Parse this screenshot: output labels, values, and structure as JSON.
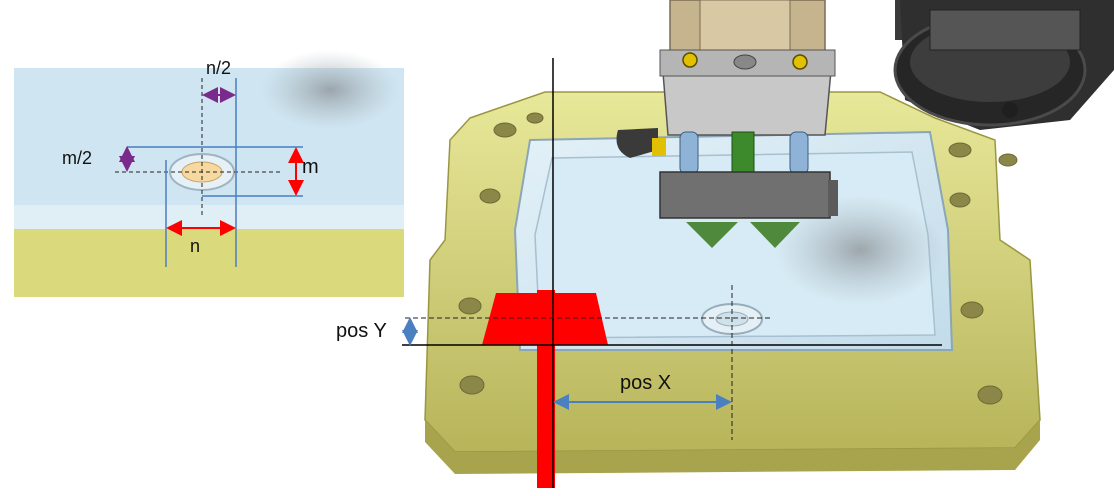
{
  "inset": {
    "labels": {
      "n_half": "n/2",
      "m_half": "m/2",
      "m": "m",
      "n": "n"
    }
  },
  "main": {
    "labels": {
      "pos_y": "pos Y",
      "pos_x": "pos X"
    }
  },
  "colors": {
    "plate_blue": "#cfe6f2",
    "yellow_base": "#d9d97a",
    "gripper_red": "#ff0000",
    "finger_green": "#4f8a3c",
    "dimension_red": "#ff0000",
    "dimension_purple": "#7a2a8a",
    "dimension_blue": "#4a7fc0",
    "hole_fill": "#f5d9a0"
  }
}
